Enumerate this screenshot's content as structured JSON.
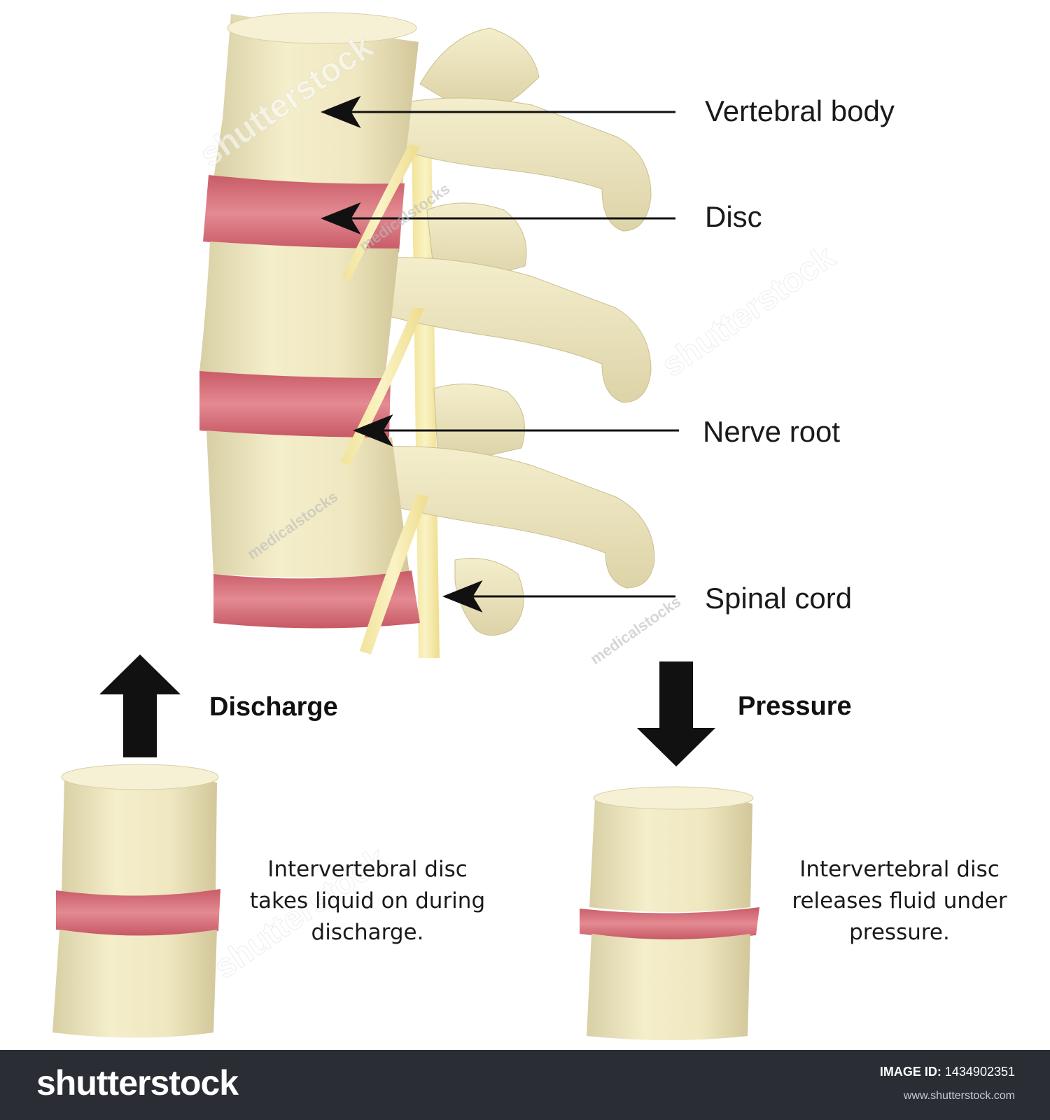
{
  "labels": {
    "vertebral_body": "Vertebral body",
    "disc": "Disc",
    "nerve_root": "Nerve root",
    "spinal_cord": "Spinal cord",
    "discharge": "Discharge",
    "pressure": "Pressure"
  },
  "captions": {
    "discharge": [
      "Intervertebral disc",
      "takes liquid on during",
      "discharge."
    ],
    "pressure": [
      "Intervertebral disc",
      "releases fluid under",
      "pressure."
    ]
  },
  "watermark": {
    "brand": "shutterstock",
    "contributor": "medicalstocks"
  },
  "footer": {
    "logo": "shutterstock",
    "image_id_label": "IMAGE ID:",
    "image_id": "1434902351",
    "site": "www.shutterstock.com"
  },
  "colors": {
    "bone": "#efe8c2",
    "bone_shadow": "#d6cca0",
    "disc": "#d96f78",
    "disc_dark": "#b94e59",
    "nerve": "#f3e7a0",
    "arrow": "#111111",
    "footer_bg": "#2a2d34"
  }
}
